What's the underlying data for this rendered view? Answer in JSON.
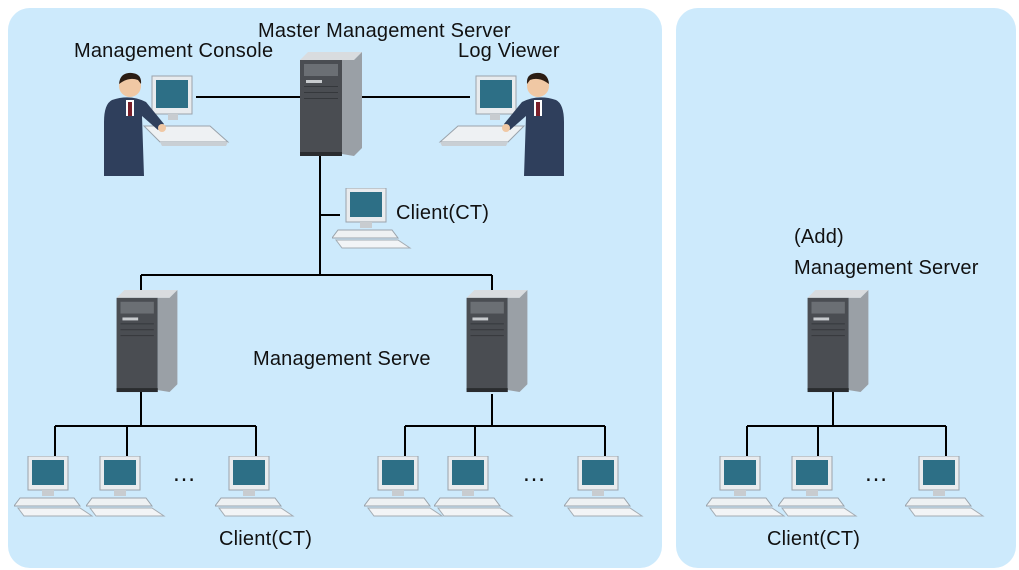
{
  "labels": {
    "master_server": "Master Management Server",
    "management_console": "Management Console",
    "log_viewer": "Log Viewer",
    "client_top": "Client(CT)",
    "management_server": "Management Serve",
    "client_left": "Client(CT)",
    "add_line1": "(Add)",
    "add_line2": "Management Server",
    "client_right": "Client(CT)"
  },
  "ellipsis": "…",
  "colors": {
    "panel": "#cdeafc",
    "line": "#000000",
    "server_body": "#4a4d52",
    "server_side": "#9aa0a6",
    "person_suit": "#2f3f5c",
    "monitor_screen": "#2d6f86"
  }
}
